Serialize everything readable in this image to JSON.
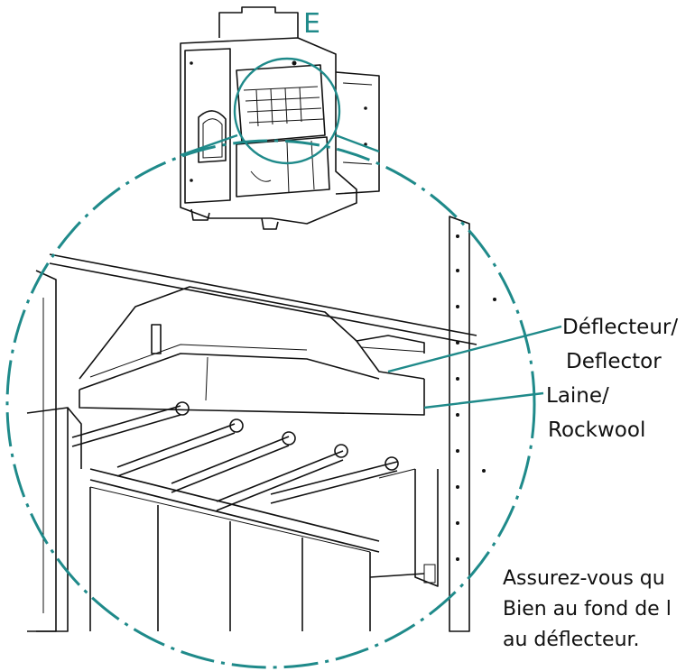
{
  "detail": {
    "marker": "E"
  },
  "labels": {
    "deflector_line1": "Déflecteur/",
    "deflector_line2": "Deflector",
    "rockwool_line1": "Laine/",
    "rockwool_line2": "Rockwool"
  },
  "note": {
    "line1": "Assurez-vous qu",
    "line2": "Bien au fond de l",
    "line3": "au déflecteur."
  },
  "colors": {
    "callout": "#1f8a8a",
    "ink": "#111111",
    "background": "#ffffff"
  }
}
